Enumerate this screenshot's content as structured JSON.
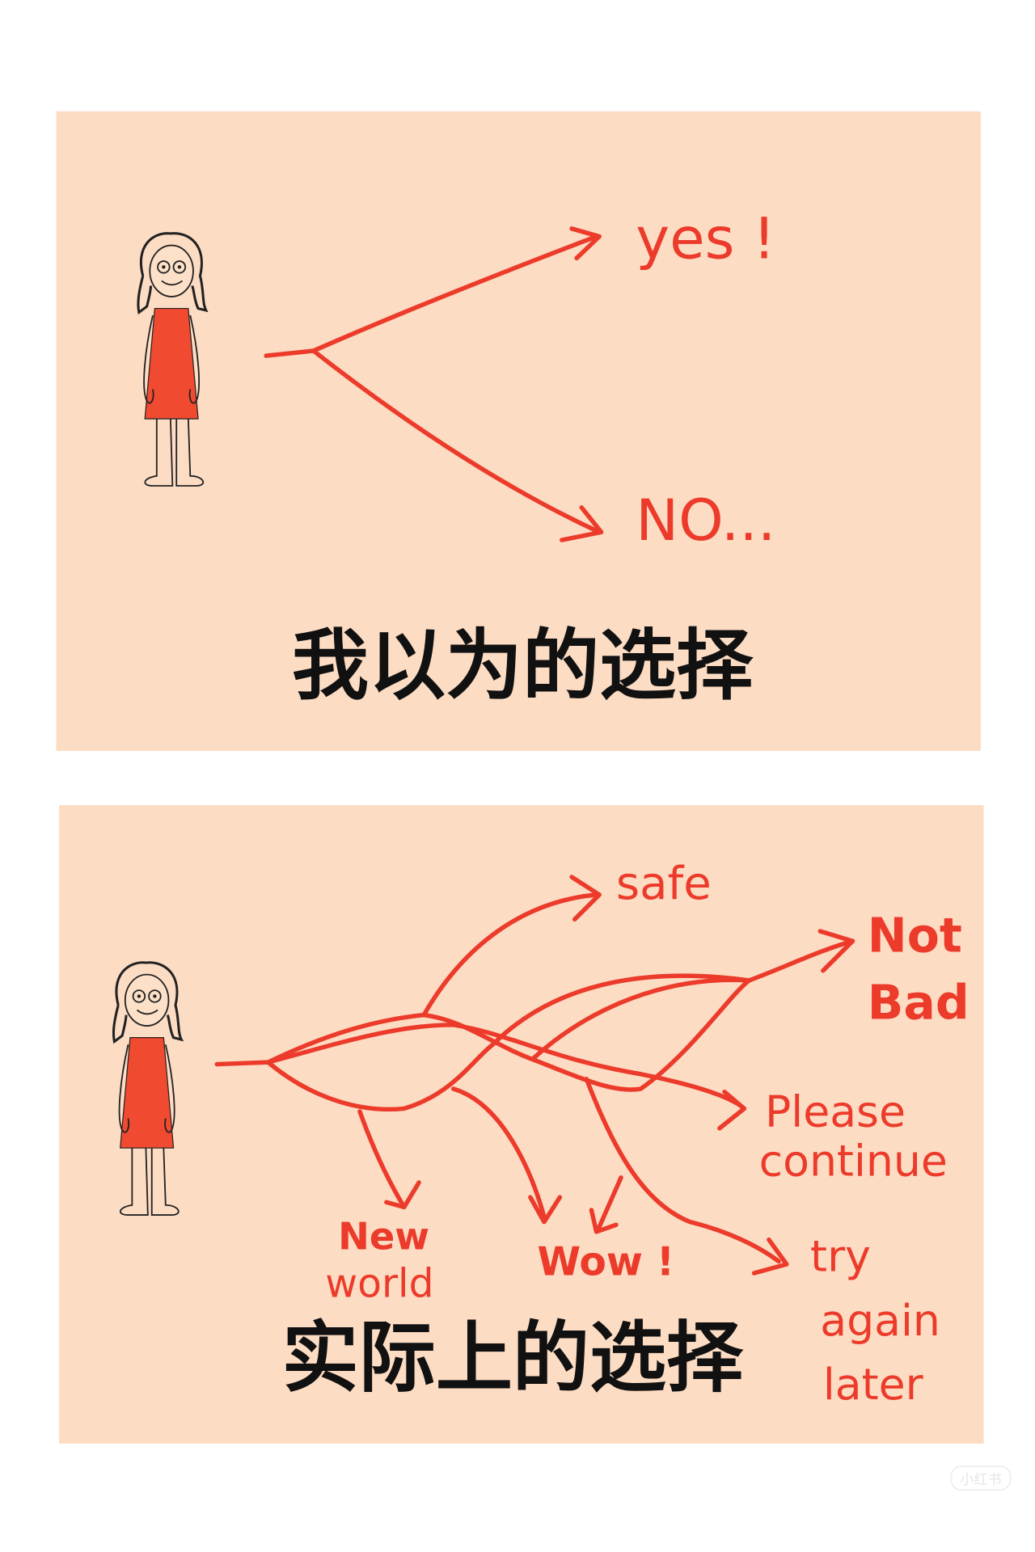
{
  "colors": {
    "panel": "#fddcc4",
    "ink": "#ec3b2a",
    "dress": "#f04a30",
    "text": "#111111"
  },
  "panel_top": {
    "title": "我以为的选择",
    "options": [
      "yes !",
      "NO..."
    ]
  },
  "panel_bottom": {
    "title": "实际上的选择",
    "options": {
      "safe": "safe",
      "not": "Not",
      "bad": "Bad",
      "please": "Please",
      "continue": "continue",
      "new": "New",
      "world": "world",
      "wow": "Wow !",
      "try": "try",
      "again": "again",
      "later": "later"
    }
  },
  "watermark": "小红书"
}
